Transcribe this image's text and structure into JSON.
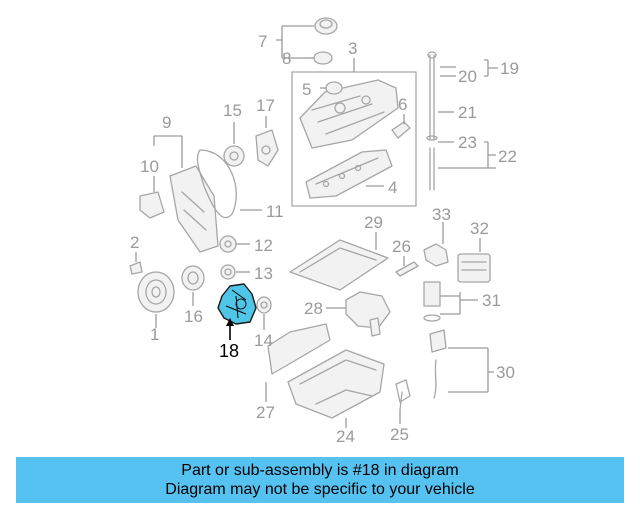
{
  "diagram": {
    "callouts": [
      "1",
      "2",
      "3",
      "4",
      "5",
      "6",
      "7",
      "8",
      "9",
      "10",
      "11",
      "12",
      "13",
      "14",
      "15",
      "16",
      "17",
      "18",
      "19",
      "20",
      "21",
      "22",
      "23",
      "24",
      "25",
      "26",
      "27",
      "28",
      "29",
      "30",
      "31",
      "32",
      "33"
    ],
    "highlighted_part": "18",
    "highlight_color": "#4fc6e8",
    "line_color": "#a6a6a6"
  },
  "caption": {
    "line1": "Part or sub-assembly is #18 in diagram",
    "line2": "Diagram may not be specific to your vehicle",
    "background": "#55c2f1"
  }
}
